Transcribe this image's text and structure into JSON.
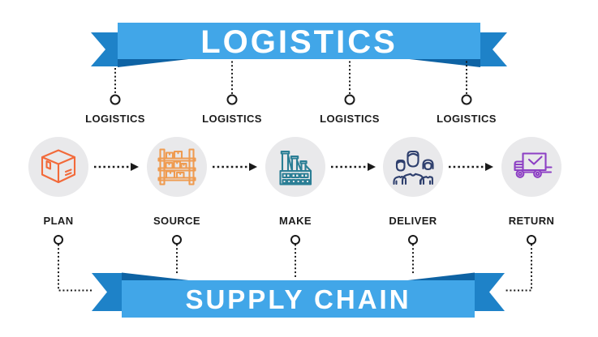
{
  "top_banner": {
    "title": "LOGISTICS"
  },
  "bottom_banner": {
    "title": "SUPPLY CHAIN"
  },
  "logistics_connectors": [
    {
      "label": "LOGISTICS"
    },
    {
      "label": "LOGISTICS"
    },
    {
      "label": "LOGISTICS"
    },
    {
      "label": "LOGISTICS"
    }
  ],
  "stages": [
    {
      "label": "PLAN",
      "icon": "package-box-icon",
      "color": "#f26a3a"
    },
    {
      "label": "SOURCE",
      "icon": "warehouse-shelf-icon",
      "color": "#ef9b50"
    },
    {
      "label": "MAKE",
      "icon": "factory-icon",
      "color": "#2b7e95"
    },
    {
      "label": "DELIVER",
      "icon": "people-group-icon",
      "color": "#2e3f6d"
    },
    {
      "label": "RETURN",
      "icon": "delivery-truck-icon",
      "color": "#8d40c4"
    }
  ],
  "colors": {
    "ribbon_band": "#41a6e8",
    "ribbon_tail": "#1e82c8",
    "ribbon_fold": "#0e63a4",
    "icon_circle_bg": "#e9e9eb",
    "connector": "#1a1a1a",
    "title_text": "#ffffff",
    "label_text": "#1c1c1c"
  }
}
